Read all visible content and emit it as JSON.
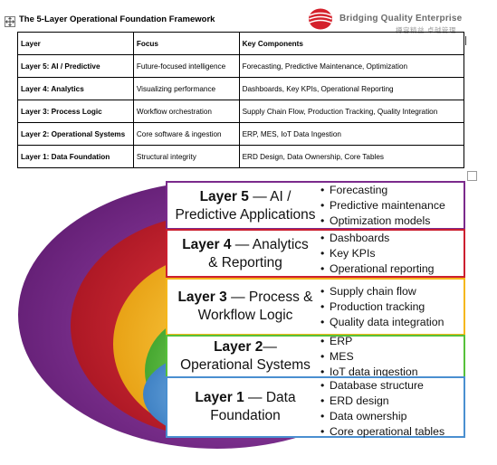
{
  "document": {
    "title": "The 5-Layer Operational Foundation Framework"
  },
  "brand": {
    "name": "Bridging Quality Enterprise",
    "tagline": "樽容精益 卓越管理"
  },
  "table": {
    "headers": [
      "Layer",
      "Focus",
      "Key Components"
    ],
    "rows": [
      [
        "Layer 5: AI / Predictive",
        "Future-focused intelligence",
        "Forecasting, Predictive Maintenance, Optimization"
      ],
      [
        "Layer 4: Analytics",
        "Visualizing performance",
        "Dashboards, Key KPIs, Operational Reporting"
      ],
      [
        "Layer 3: Process Logic",
        "Workflow orchestration",
        "Supply Chain Flow, Production Tracking, Quality Integration"
      ],
      [
        "Layer 2: Operational Systems",
        "Core software & ingestion",
        "ERP, MES, IoT Data Ingestion"
      ],
      [
        "Layer 1: Data Foundation",
        "Structural integrity",
        "ERD Design, Data Ownership, Core Tables"
      ]
    ]
  },
  "diagram": {
    "layers": [
      {
        "id": "layer5",
        "color": "#7b2a8c",
        "title_bold": "Layer 5",
        "title_rest": " — AI /",
        "title_line2": "Predictive Applications",
        "bullets": [
          "Forecasting",
          "Predictive maintenance",
          "Optimization models"
        ]
      },
      {
        "id": "layer4",
        "color": "#cc1f2f",
        "title_bold": "Layer 4",
        "title_rest": " — Analytics",
        "title_line2": "& Reporting",
        "bullets": [
          "Dashboards",
          "Key KPIs",
          "Operational reporting"
        ]
      },
      {
        "id": "layer3",
        "color": "#f5b71a",
        "title_bold": "Layer 3",
        "title_rest": " — Process &",
        "title_line2": "Workflow Logic",
        "bullets": [
          "Supply chain flow",
          "Production tracking",
          "Quality data integration"
        ]
      },
      {
        "id": "layer2",
        "color": "#56c13a",
        "title_bold": "Layer 2",
        "title_rest": "—",
        "title_line2": "Operational Systems",
        "bullets": [
          "ERP",
          "MES",
          "IoT data ingestion"
        ]
      },
      {
        "id": "layer1",
        "color": "#4a8fd0",
        "title_bold": "Layer 1",
        "title_rest": " — Data",
        "title_line2": "Foundation",
        "bullets": [
          "Database structure",
          "ERD design",
          "Data ownership",
          "Core operational tables"
        ]
      }
    ]
  }
}
